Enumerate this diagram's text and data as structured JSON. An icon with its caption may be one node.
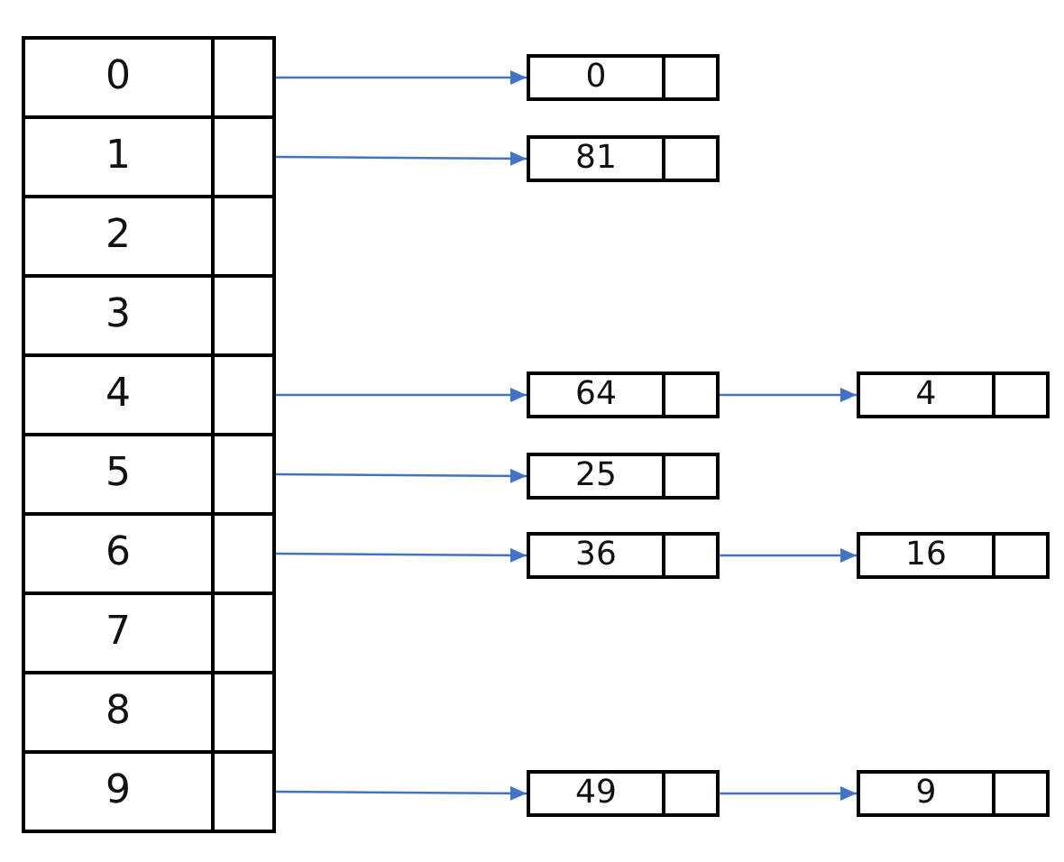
{
  "diagram": {
    "nodes": [
      {
        "text": [
          "0"
        ]
      },
      {
        "text": [],
        "shape": "box",
        "in": 0
      },
      {
        "text": [
          "1"
        ]
      },
      {
        "text": [],
        "shape": "box",
        "in": 2
      },
      {
        "text": [
          "2"
        ]
      },
      {
        "text": [],
        "shape": "box",
        "in": 4
      },
      {
        "text": [
          "3"
        ]
      },
      {
        "text": [],
        "shape": "box",
        "in": 6
      },
      {
        "text": [
          "4"
        ]
      },
      {
        "text": [],
        "shape": "box",
        "in": 8
      },
      {
        "text": [
          "5"
        ]
      },
      {
        "text": [],
        "shape": "box",
        "in": 10
      },
      {
        "text": [
          "6"
        ]
      },
      {
        "text": [],
        "shape": "box",
        "in": 12
      },
      {
        "text": [
          "7"
        ]
      },
      {
        "text": [],
        "shape": "box",
        "in": 14
      },
      {
        "text": [
          "8"
        ]
      },
      {
        "text": [],
        "shape": "box",
        "in": 16
      },
      {
        "text": [
          "9"
        ]
      },
      {
        "text": [],
        "shape": "box",
        "in": 18
      },
      {
        "text": [
          "0"
        ]
      },
      {
        "text": [],
        "shape": "box",
        "in": 20
      },
      {
        "text": [
          "81"
        ]
      },
      {
        "text": [],
        "shape": "box",
        "in": 22
      },
      {
        "text": [
          "64"
        ]
      },
      {
        "text": [],
        "shape": "box",
        "in": 24
      },
      {
        "text": [
          "4"
        ]
      },
      {
        "text": [],
        "shape": "box",
        "in": 26
      },
      {
        "text": [
          "25"
        ]
      },
      {
        "text": [],
        "shape": "box",
        "in": 28
      },
      {
        "text": [
          "36"
        ]
      },
      {
        "text": [],
        "shape": "box",
        "in": 30
      },
      {
        "text": [
          "16"
        ]
      },
      {
        "text": [],
        "shape": "box",
        "in": 32
      },
      {
        "text": [
          "49"
        ]
      },
      {
        "text": [],
        "shape": "box",
        "in": 34
      },
      {
        "text": [
          "9"
        ]
      },
      {
        "text": [],
        "shape": "box",
        "in": 36
      }
    ],
    "edges": [
      {
        "from": 1,
        "to": 20,
        "arrow": "to"
      },
      {
        "from": 3,
        "to": 22,
        "arrow": "to"
      },
      {
        "from": 9,
        "to": 24,
        "arrow": "to"
      },
      {
        "from": 25,
        "to": 26,
        "arrow": "to"
      },
      {
        "from": 11,
        "to": 28,
        "arrow": "to"
      },
      {
        "from": 13,
        "to": 30,
        "arrow": "to"
      },
      {
        "from": 31,
        "to": 32,
        "arrow": "to"
      },
      {
        "from": 19,
        "to": 34,
        "arrow": "to"
      },
      {
        "from": 35,
        "to": 36,
        "arrow": "to"
      }
    ]
  }
}
